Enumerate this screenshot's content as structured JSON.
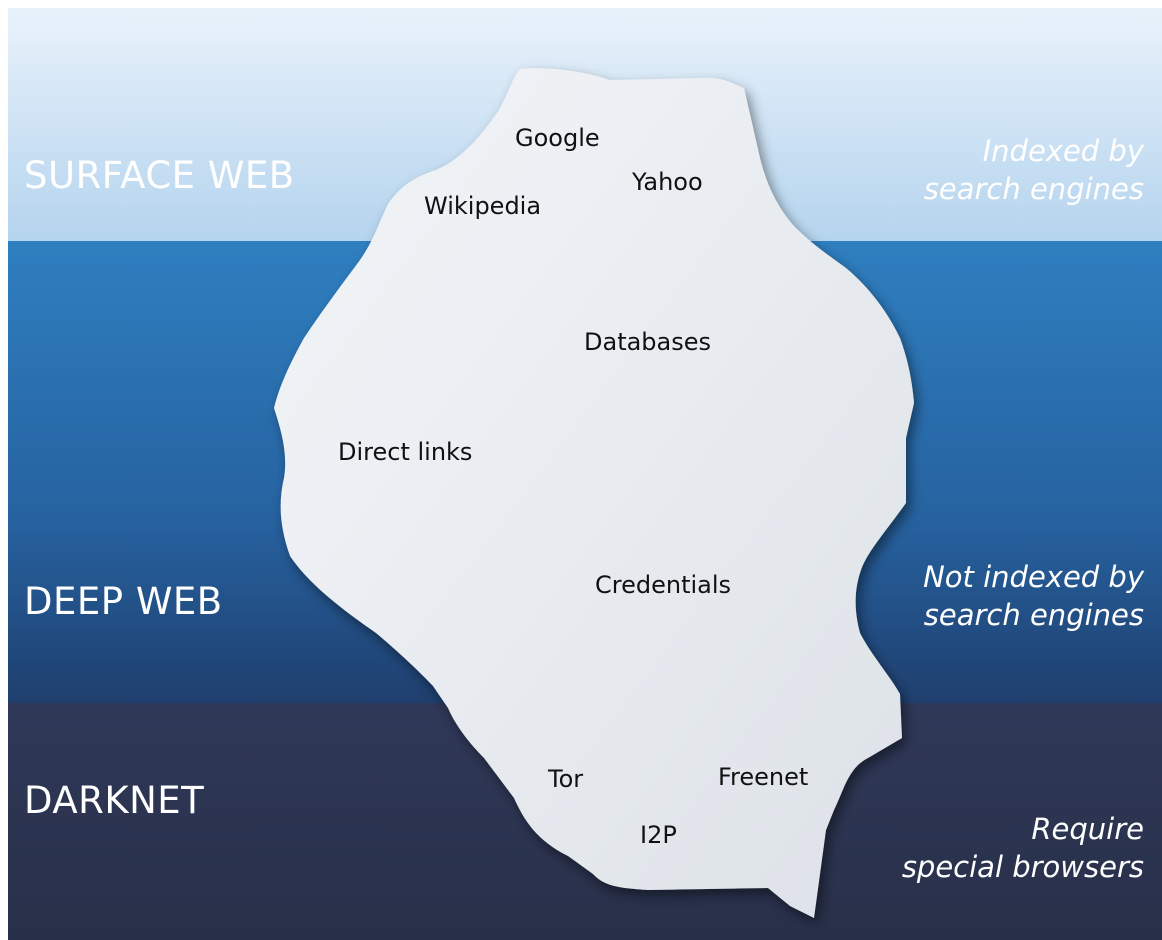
{
  "diagram": {
    "colors": {
      "surface_band": "#cfe3f4",
      "deep_band": "#2a6fae",
      "darknet_band": "#2c3552",
      "iceberg": "#e6e9ee",
      "label_text": "#ffffff",
      "ice_text": "#111111",
      "corner_accent": "#1e8fd0"
    },
    "layers": [
      {
        "id": "surface",
        "label": "SURFACE WEB",
        "desc_line1": "Indexed by",
        "desc_line2": "search engines",
        "terms": [
          "Google",
          "Yahoo",
          "Wikipedia"
        ]
      },
      {
        "id": "deep",
        "label": "DEEP WEB",
        "desc_line1": "Not indexed by",
        "desc_line2": "search engines",
        "terms": [
          "Databases",
          "Direct links",
          "Credentials"
        ]
      },
      {
        "id": "darknet",
        "label": "DARKNET",
        "desc_line1": "Require",
        "desc_line2": "special browsers",
        "terms": [
          "Tor",
          "Freenet",
          "I2P"
        ]
      }
    ]
  }
}
